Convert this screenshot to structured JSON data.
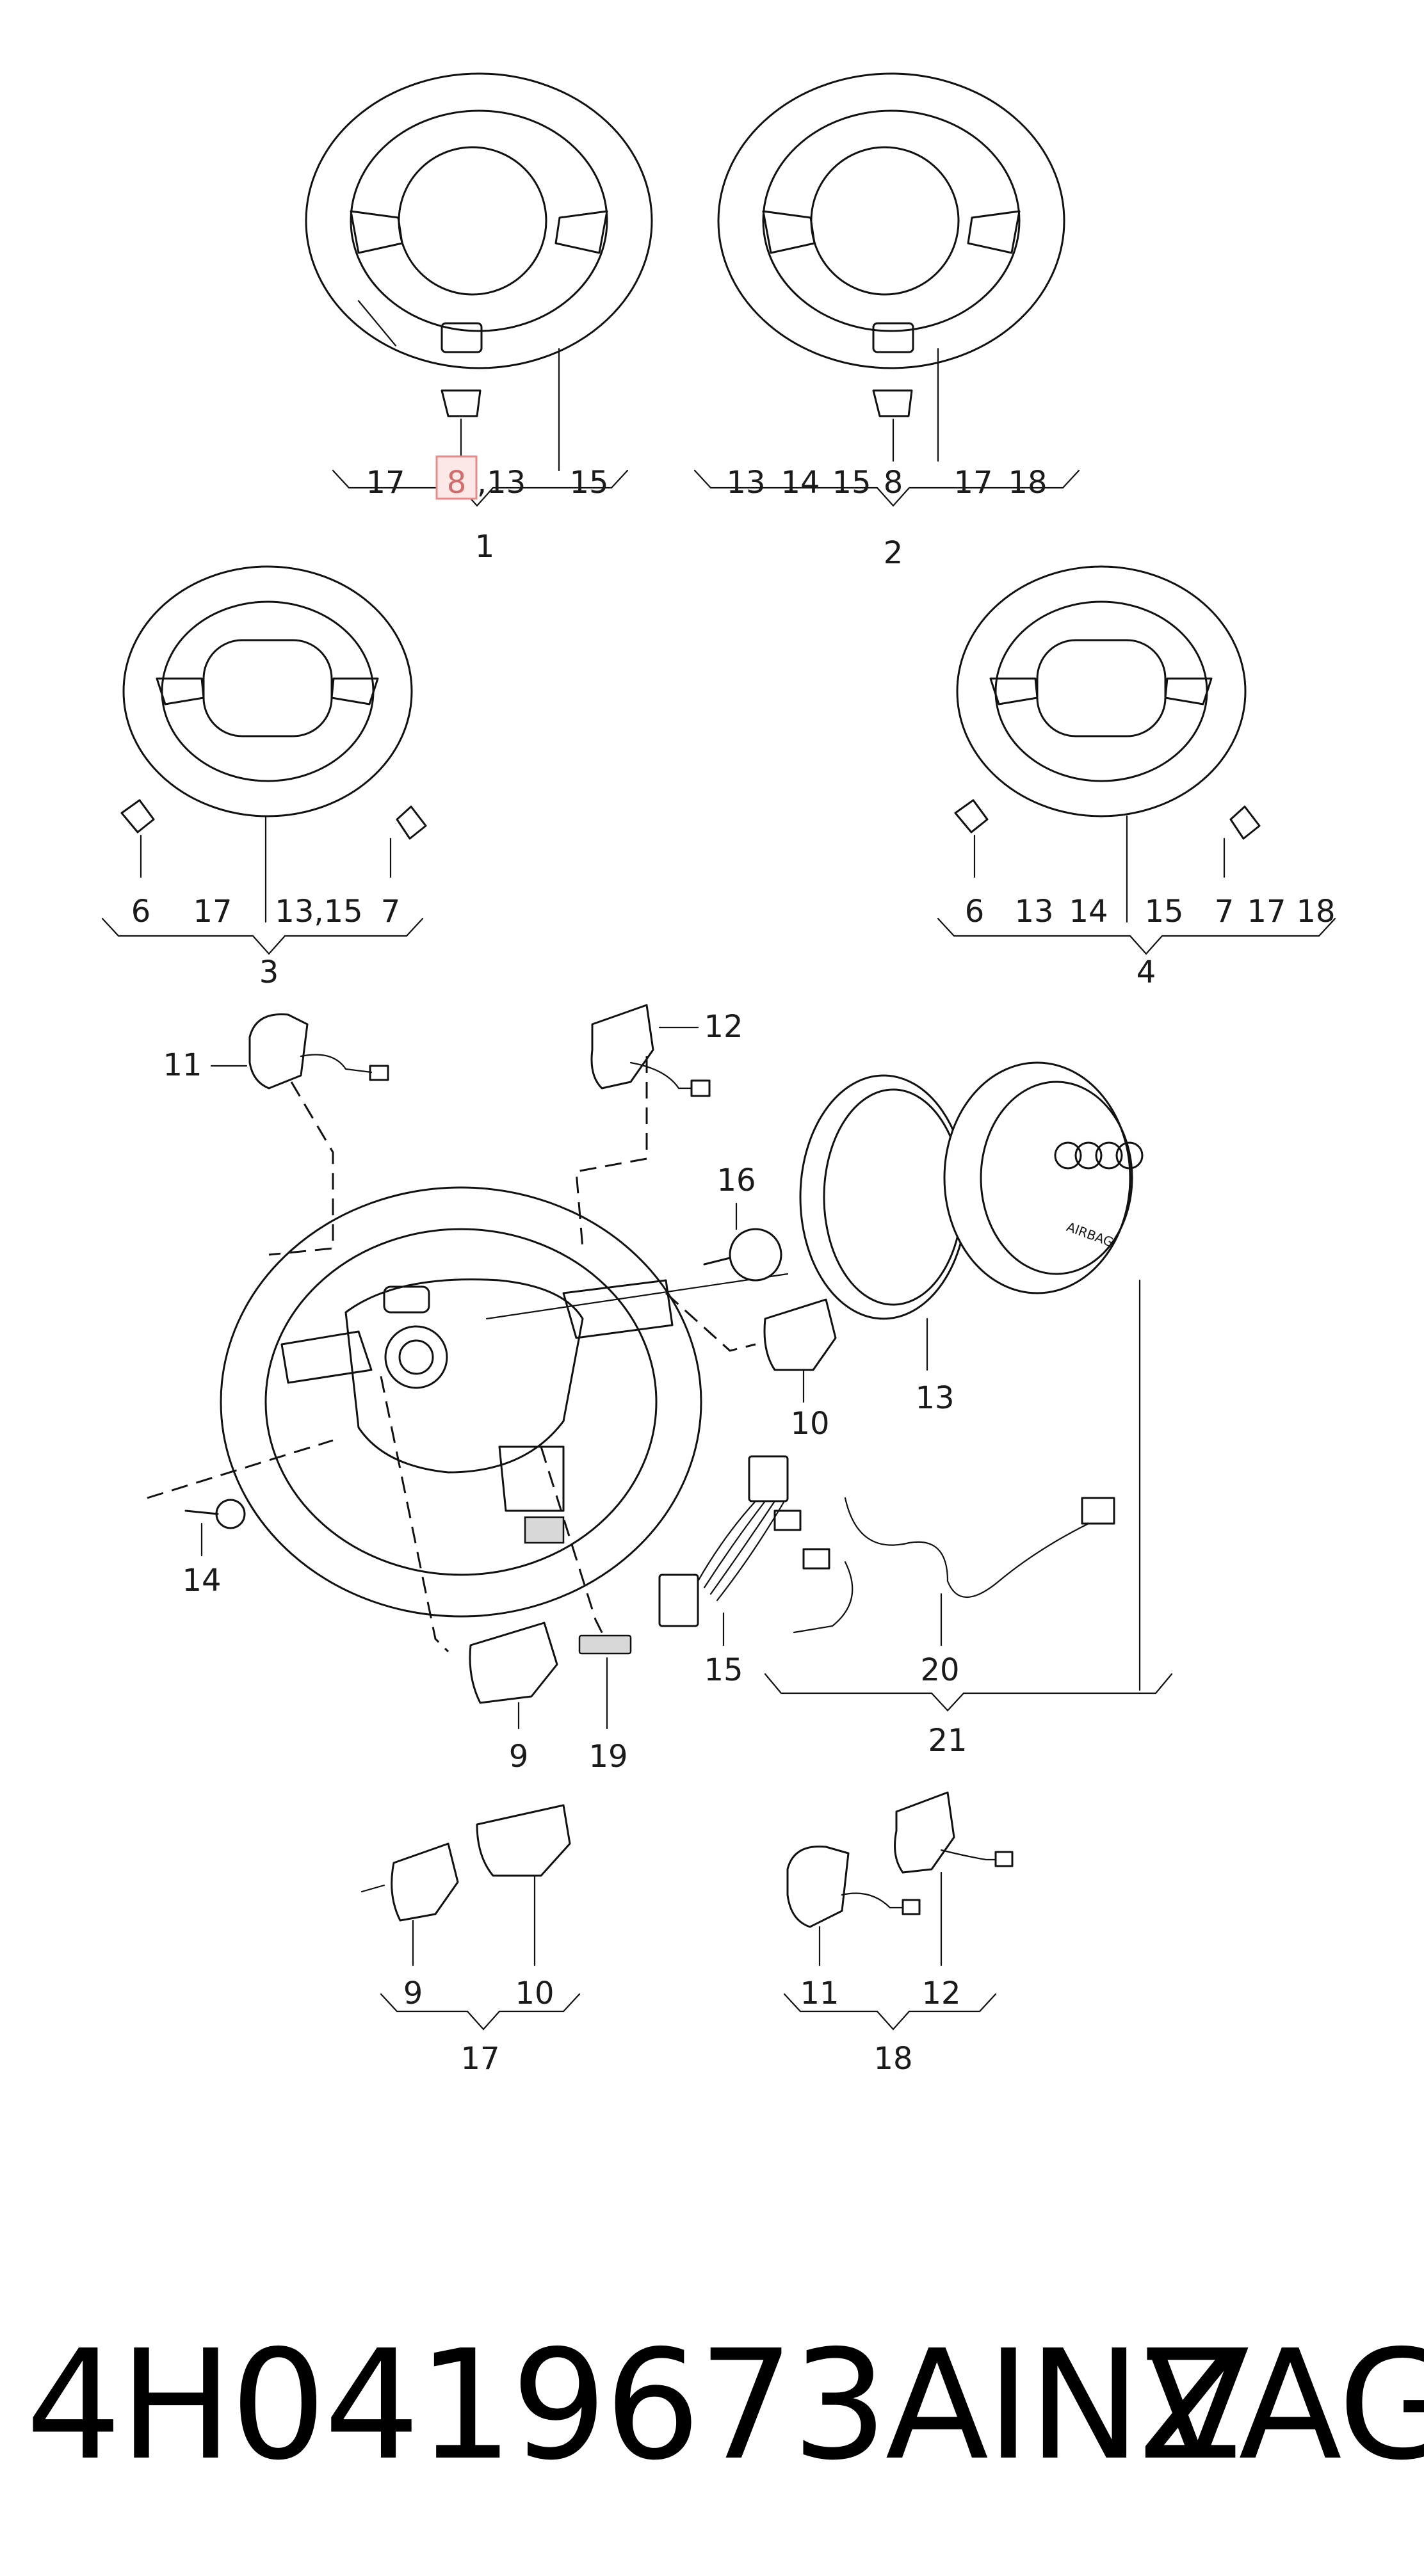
{
  "groups": [
    {
      "id": "1",
      "labels": [
        "17",
        "8",
        ",13",
        "15"
      ]
    },
    {
      "id": "2",
      "labels": [
        "13",
        "14",
        "15",
        "8",
        "17",
        "18"
      ]
    },
    {
      "id": "3",
      "labels": [
        "6",
        "17",
        "13,15",
        "7"
      ]
    },
    {
      "id": "4",
      "labels": [
        "6",
        "13",
        "14",
        "15",
        "7",
        "17",
        "18"
      ]
    }
  ],
  "main_callouts": [
    "11",
    "12",
    "16",
    "13",
    "10",
    "14",
    "15",
    "20",
    "21",
    "9",
    "19"
  ],
  "sub_assemblies": [
    {
      "id": "17",
      "labels": [
        "9",
        "10"
      ]
    },
    {
      "id": "18",
      "labels": [
        "11",
        "12"
      ]
    }
  ],
  "airbag_text": "AIRBAG",
  "highlight_color": "#e88a8a",
  "footer": {
    "part_number": "4H0419673AINZ",
    "brand": "VAG"
  }
}
